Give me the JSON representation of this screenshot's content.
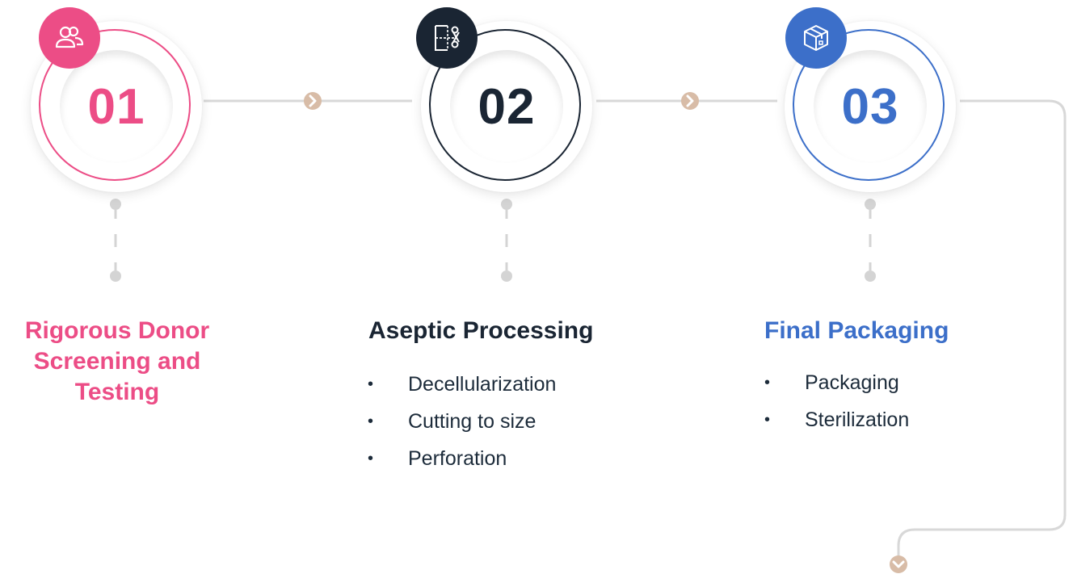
{
  "colors": {
    "step1": "#ec4d86",
    "step2": "#1a2533",
    "step3": "#3c6fc9",
    "connector": "#d8d8d8",
    "arrow": "#d8bca7"
  },
  "steps": [
    {
      "number": "01",
      "icon": "users-icon",
      "title_lines": [
        "Rigorous Donor",
        "Screening and",
        "Testing"
      ],
      "bullets": []
    },
    {
      "number": "02",
      "icon": "scissors-cut-icon",
      "title_lines": [
        "Aseptic Processing"
      ],
      "bullets": [
        "Decellularization",
        "Cutting to size",
        "Perforation"
      ]
    },
    {
      "number": "03",
      "icon": "package-box-icon",
      "title_lines": [
        "Final Packaging"
      ],
      "bullets": [
        "Packaging",
        "Sterilization"
      ]
    }
  ]
}
